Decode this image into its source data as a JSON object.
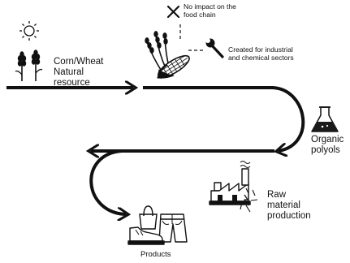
{
  "labels": {
    "resource_line1": "Corn/Wheat",
    "resource_line2": "Natural",
    "resource_line3": "resource",
    "no_impact_line1": "No impact on the",
    "no_impact_line2": "food chain",
    "industrial_line1": "Created for industrial",
    "industrial_line2": "and chemical sectors",
    "polyols_line1": "Organic",
    "polyols_line2": "polyols",
    "raw_line1": "Raw",
    "raw_line2": "material",
    "raw_line3": "production",
    "products": "Products"
  },
  "icons": [
    "sun-icon",
    "wheat-plants-icon",
    "no-food-cross-icon",
    "corn-wheat-icon",
    "wrench-icon",
    "flask-icon",
    "factory-icon",
    "shopping-bag-icon",
    "trousers-icon",
    "sneaker-icon"
  ],
  "colors": {
    "ink": "#111111",
    "background": "#ffffff",
    "flask_fill": "#1a1a1a"
  }
}
